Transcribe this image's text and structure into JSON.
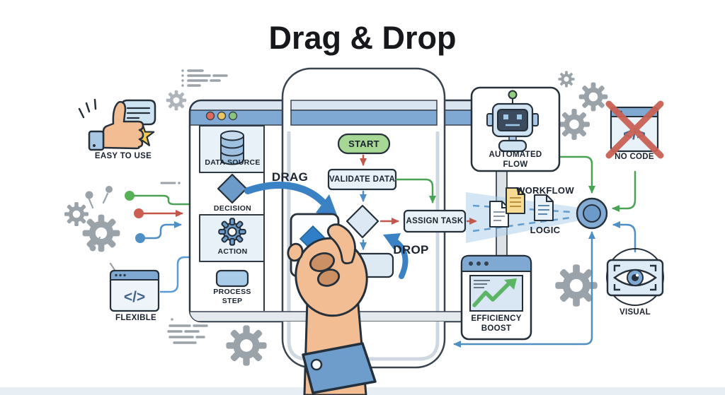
{
  "title": "Drag & Drop",
  "badges": {
    "easy_to_use": "EASY TO USE",
    "no_code": "NO CODE",
    "visual": "VISUAL",
    "flexible": "FLEXIBLE"
  },
  "palette": {
    "items": [
      {
        "label": "DATA SOURCE",
        "icon": "database-icon"
      },
      {
        "label": "DECISION",
        "icon": "diamond-icon"
      },
      {
        "label": "ACTION",
        "icon": "gear-icon"
      },
      {
        "label": "PROCESS STEP",
        "icon": "process-rect-icon"
      }
    ]
  },
  "flow": {
    "start": "START",
    "validate_data": "VALIDATE DATA",
    "assign_task": "ASSIGN TASK",
    "drag_label": "DRAG",
    "drop_label": "DROP"
  },
  "right_panel": {
    "automated_flow": "AUTOMATED FLOW",
    "workflow": "WORKFLOW",
    "logic": "LOGIC",
    "efficiency_boost": "EFFICIENCY BOOST"
  },
  "icons": {
    "code_glyph": "</>"
  },
  "colors": {
    "accent_blue": "#3b82c4",
    "header_blue": "#7fa8d2",
    "green": "#4aa254",
    "red": "#c2574a",
    "gear_gray": "#9aa2aa",
    "skin": "#f2bd93",
    "cuff": "#6f9dcb"
  }
}
